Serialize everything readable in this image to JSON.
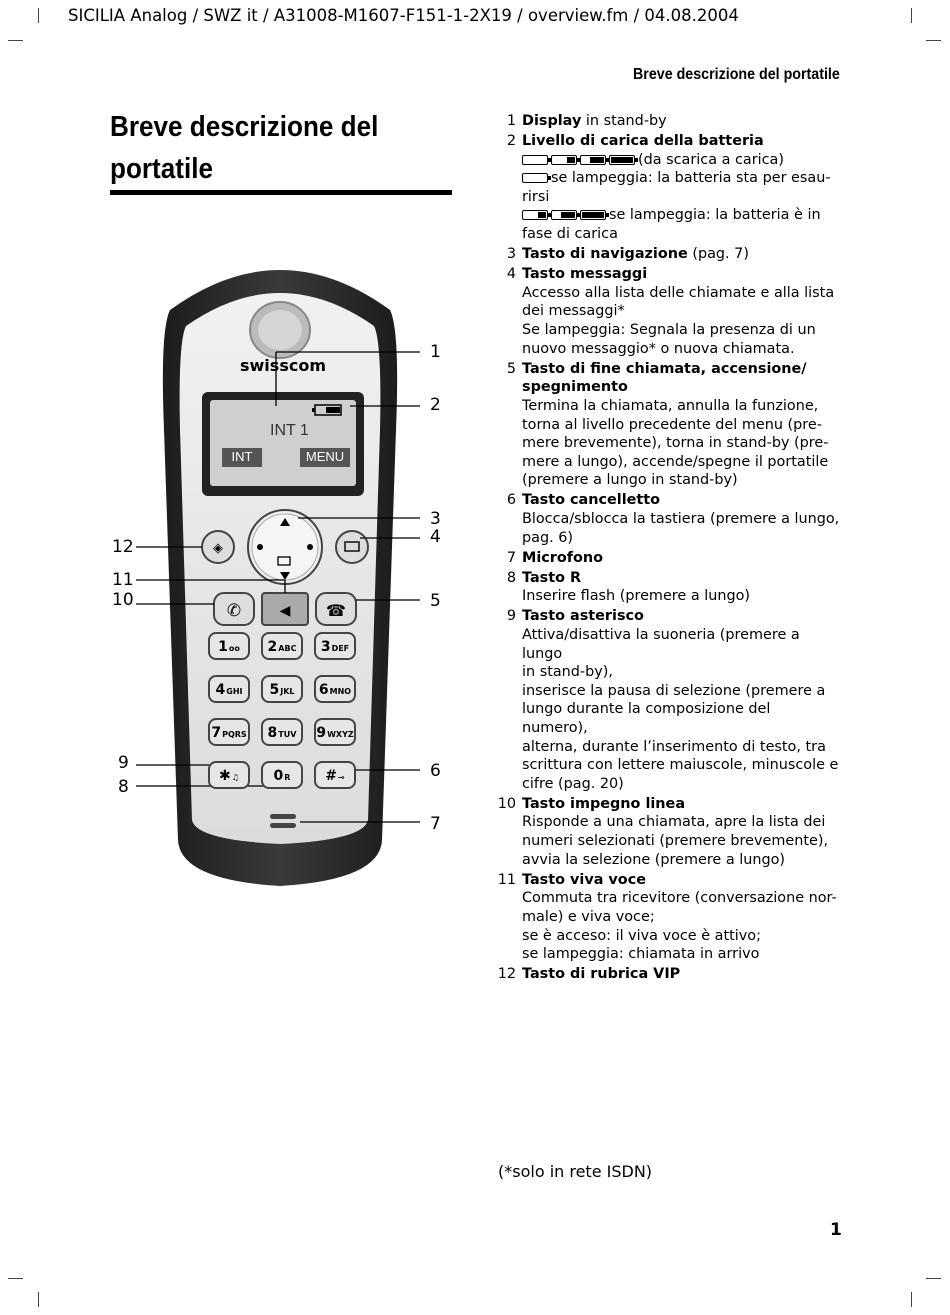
{
  "header": {
    "file_line": "SICILIA Analog / SWZ it / A31008-M1607-F151-1-2X19 / overview.fm / 04.08.2004",
    "running_head": "Breve descrizione del portatile"
  },
  "page": {
    "title_line1": "Breve descrizione del",
    "title_line2": "portatile",
    "footnote": "(*solo in rete ISDN)",
    "number": "1"
  },
  "phone": {
    "brand": "swisscom",
    "display_text": "INT 1",
    "softkey_left": "INT",
    "softkey_right": "MENU",
    "keys": [
      {
        "digit": "1",
        "sub": "oo"
      },
      {
        "digit": "2",
        "sub": "ABC"
      },
      {
        "digit": "3",
        "sub": "DEF"
      },
      {
        "digit": "4",
        "sub": "GHI"
      },
      {
        "digit": "5",
        "sub": "JKL"
      },
      {
        "digit": "6",
        "sub": "MNO"
      },
      {
        "digit": "7",
        "sub": "PQRS"
      },
      {
        "digit": "8",
        "sub": "TUV"
      },
      {
        "digit": "9",
        "sub": "WXYZ"
      },
      {
        "digit": "✱",
        "sub": "♫"
      },
      {
        "digit": "0",
        "sub": "R"
      },
      {
        "digit": "#",
        "sub": "⊸"
      }
    ],
    "callouts": [
      "1",
      "2",
      "3",
      "4",
      "5",
      "6",
      "7",
      "8",
      "9",
      "10",
      "11",
      "12"
    ]
  },
  "items": [
    {
      "num": "1",
      "title": "Display",
      "lines": [
        "in stand-by"
      ],
      "inline": true
    },
    {
      "num": "2",
      "title": "Livello di carica della batteria",
      "lines": [
        "(da scarica a carica)",
        "se lampeggia: la batteria sta per esau-",
        "rirsi",
        "se lampeggia: la batteria è in",
        "fase di carica"
      ]
    },
    {
      "num": "3",
      "title": "Tasto di navigazione",
      "lines": [
        "(pag. 7)"
      ],
      "inline": true
    },
    {
      "num": "4",
      "title": "Tasto messaggi",
      "lines": [
        "Accesso alla lista delle chiamate e alla lista",
        "dei messaggi*",
        "Se lampeggia: Segnala la presenza di un",
        "nuovo messaggio* o nuova chiamata."
      ]
    },
    {
      "num": "5",
      "title": "Tasto di fine chiamata, accensione/ spegnimento",
      "title_l1": "Tasto di fine chiamata, accensione/",
      "title_l2": "spegnimento",
      "lines": [
        "Termina la chiamata, annulla la funzione,",
        "torna al livello precedente del menu (pre-",
        "mere brevemente), torna in stand-by (pre-",
        "mere a lungo), accende/spegne il portatile",
        "(premere a lungo in stand-by)"
      ]
    },
    {
      "num": "6",
      "title": "Tasto cancelletto",
      "lines": [
        "Blocca/sblocca la tastiera (premere a lungo,",
        "pag. 6)"
      ]
    },
    {
      "num": "7",
      "title": "Microfono",
      "lines": []
    },
    {
      "num": "8",
      "title": "Tasto R",
      "lines": [
        "Inserire flash (premere a lungo)"
      ]
    },
    {
      "num": "9",
      "title": "Tasto asterisco",
      "lines": [
        "Attiva/disattiva la suoneria (premere a lungo",
        "in stand-by),",
        "inserisce la pausa di selezione (premere a",
        "lungo durante la composizione del",
        "numero),",
        "alterna, durante l’inserimento di testo, tra",
        "scrittura con lettere maiuscole, minuscole e",
        "cifre (pag. 20)"
      ]
    },
    {
      "num": "10",
      "title": "Tasto impegno linea",
      "lines": [
        "Risponde a una chiamata, apre la lista dei",
        "numeri selezionati (premere brevemente),",
        "avvia la selezione (premere a lungo)"
      ]
    },
    {
      "num": "11",
      "title": "Tasto viva voce",
      "lines": [
        "Commuta tra ricevitore (conversazione nor-",
        "male) e viva voce;",
        "se è acceso: il viva voce è attivo;",
        "se lampeggia: chiamata in arrivo"
      ]
    },
    {
      "num": "12",
      "title": "Tasto di rubrica VIP",
      "lines": []
    }
  ]
}
